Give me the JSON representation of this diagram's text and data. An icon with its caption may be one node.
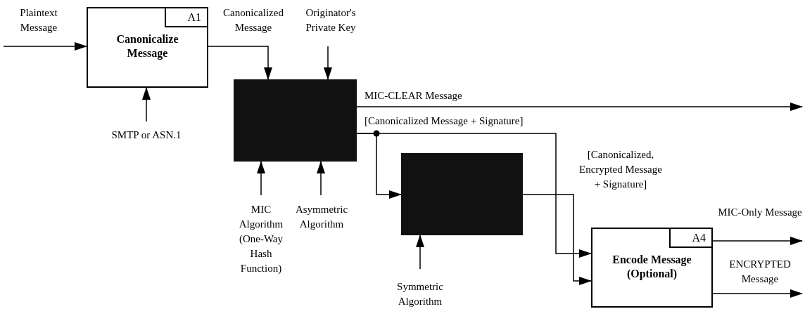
{
  "diagram": {
    "nodes": [
      {
        "text": [
          "A1",
          "Canonicalize Message"
        ]
      },
      {
        "text": [],
        "shape": "box"
      },
      {
        "text": [],
        "shape": "box"
      },
      {
        "text": [
          "A4",
          "Encode Message (Optional)"
        ]
      }
    ],
    "edges": [
      {
        "from": null,
        "to": 0,
        "arrow": "to",
        "label": "Plaintext Message"
      },
      {
        "from": null,
        "to": 0,
        "arrow": "to",
        "label": "SMTP or ASN.1"
      },
      {
        "from": 0,
        "to": 1,
        "arrow": "to",
        "label": "Canonicalized Message"
      },
      {
        "from": null,
        "to": 1,
        "arrow": "to",
        "label": "Originator's Private Key"
      },
      {
        "from": null,
        "to": 1,
        "arrow": "to",
        "label": "MIC Algorithm (One-Way Hash Function)"
      },
      {
        "from": null,
        "to": 1,
        "arrow": "to",
        "label": "Asymmetric Algorithm"
      },
      {
        "from": 1,
        "to": null,
        "arrow": "to",
        "label": "MIC-CLEAR Message"
      },
      {
        "from": 1,
        "to": 3,
        "arrow": "to",
        "label": "[Canonicalized Message + Signature]"
      },
      {
        "from": 1,
        "to": 2,
        "arrow": "to"
      },
      {
        "from": null,
        "to": 2,
        "arrow": "to",
        "label": "Symmetric Algorithm"
      },
      {
        "from": 2,
        "to": 3,
        "arrow": "to",
        "label": "[Canonicalized, Encrypted Message + Signature]"
      },
      {
        "from": 3,
        "to": null,
        "arrow": "to",
        "label": "MIC-Only Message"
      },
      {
        "from": 3,
        "to": null,
        "arrow": "to",
        "label": "ENCRYPTED Message"
      }
    ]
  }
}
